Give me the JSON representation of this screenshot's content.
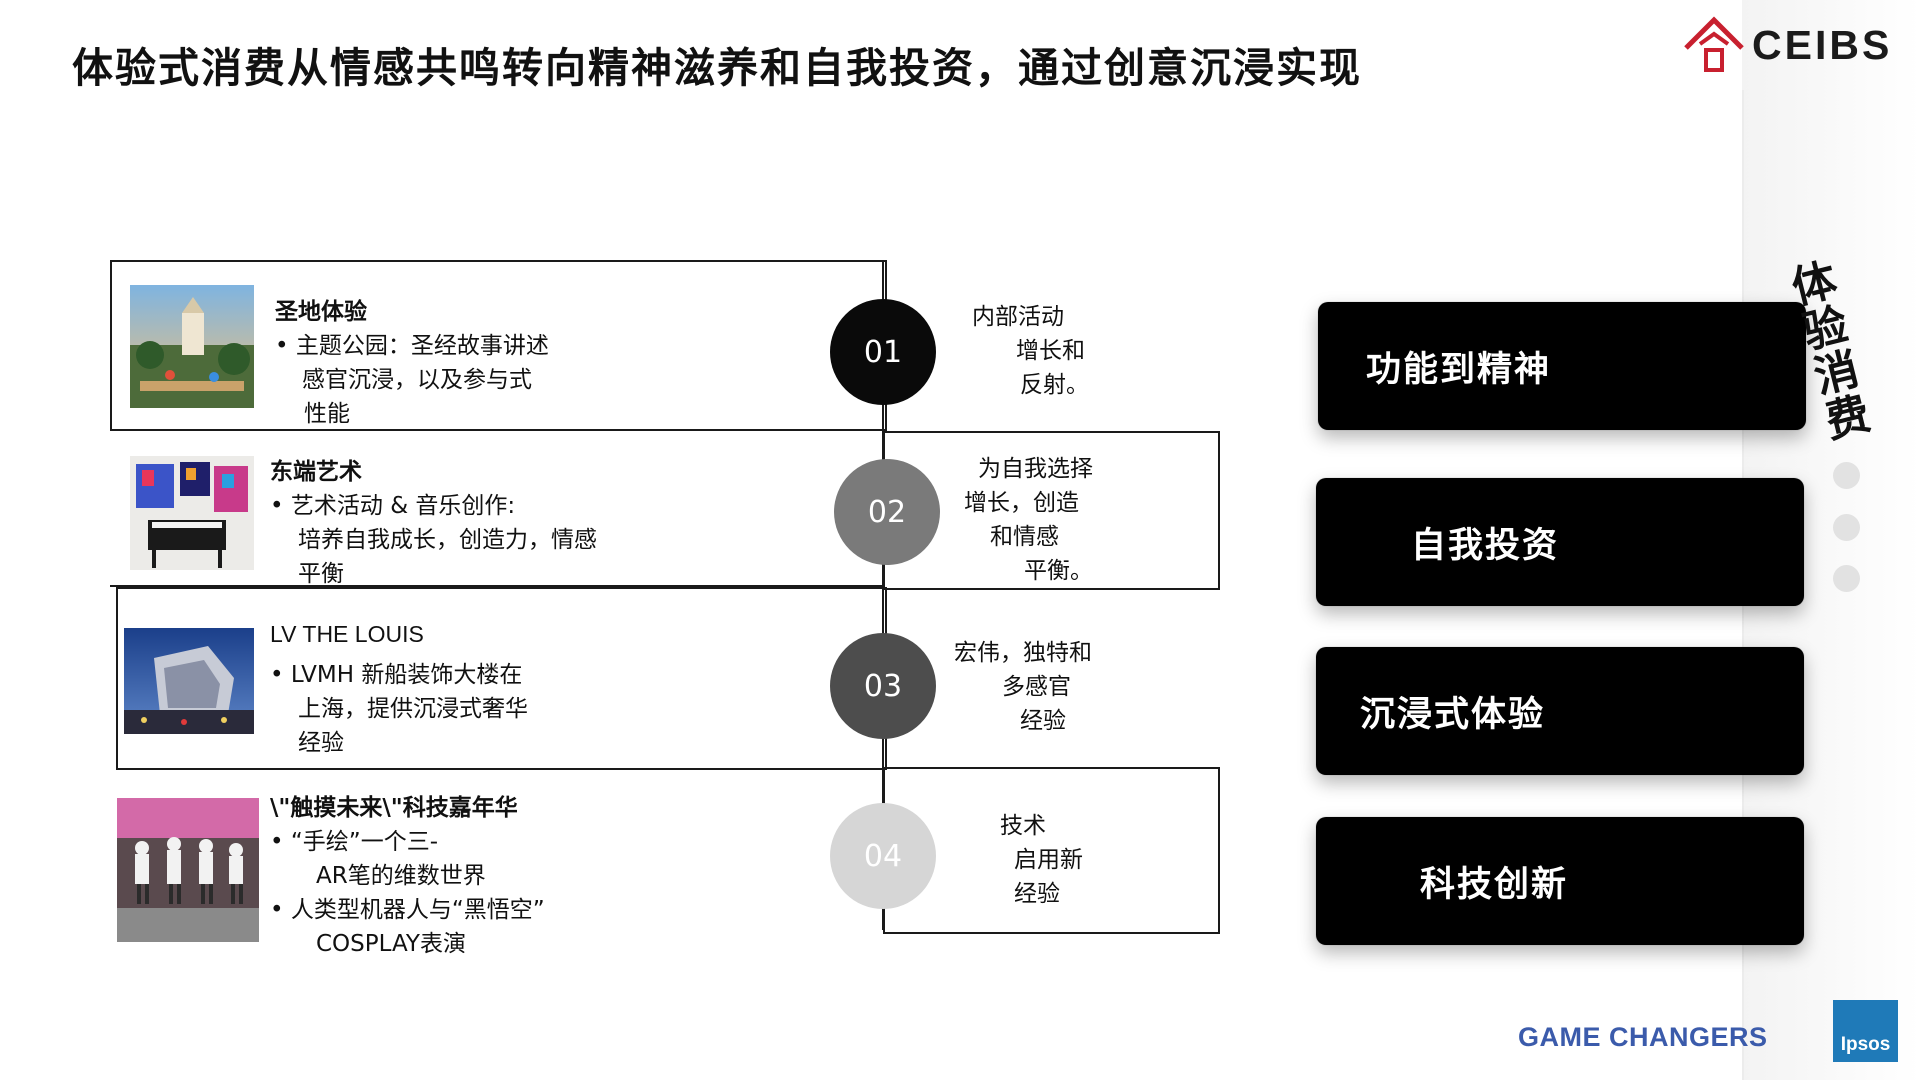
{
  "header": {
    "title": "体验式消费从情感共鸣转向精神滋养和自我投资，通过创意沉浸实现",
    "logo_text": "CEIBS",
    "brand_color": "#c8202f"
  },
  "items": [
    {
      "title": "圣地体验",
      "lines": [
        "• 主题公园：圣经故事讲述",
        "感官沉浸，以及参与式",
        "性能"
      ],
      "number": "01",
      "circle_color": "#0a0a0a",
      "desc": [
        "内部活动",
        "增长和",
        "反射。"
      ],
      "image": "theme-park-photo"
    },
    {
      "title": "东端艺术",
      "lines": [
        "• 艺术活动 & 音乐创作:",
        "培养自我成长，创造力，情感",
        "平衡"
      ],
      "number": "02",
      "circle_color": "#7a7a7a",
      "desc": [
        "为自我选择",
        "增长，创造",
        "和情感",
        "平衡。"
      ],
      "image": "art-studio-photo"
    },
    {
      "title": "LV THE LOUIS",
      "lines": [
        "• LVMH 新船装饰大楼在",
        "上海，提供沉浸式奢华",
        "经验"
      ],
      "number": "03",
      "circle_color": "#4d4d4d",
      "desc": [
        "宏伟，独特和",
        "多感官",
        "经验"
      ],
      "image": "lv-building-photo"
    },
    {
      "title": "\\\"触摸未来\\\"科技嘉年华",
      "lines": [
        "• “手绘”一个三-",
        "AR笔的维数世界",
        "• 人类型机器人与“黑悟空”",
        "COSPLAY表演"
      ],
      "number": "04",
      "circle_color": "#d6d6d6",
      "desc": [
        "技术",
        "启用新",
        "经验"
      ],
      "image": "robots-stage-photo"
    }
  ],
  "pills": [
    "功能到精神",
    "自我投资",
    "沉浸式体验",
    "科技创新"
  ],
  "side_label": "体验消费",
  "footer": {
    "game_changers": "GAME CHANGERS",
    "ipsos": "Ipsos"
  }
}
